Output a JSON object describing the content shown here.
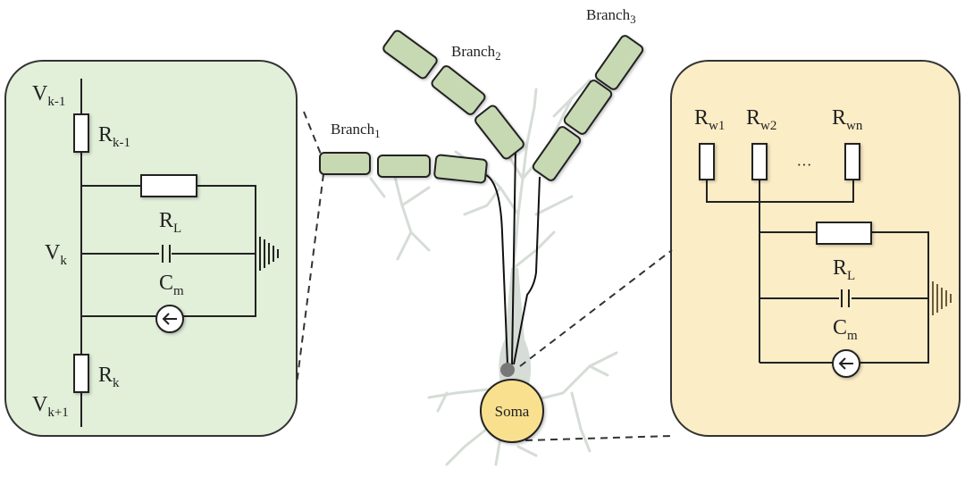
{
  "colors": {
    "left_panel_fill": "#e2efd9",
    "right_panel_fill": "#fbedc6",
    "segment_fill": "#c6d9b3",
    "soma_fill": "#f9e08f",
    "neuron_shadow": "#d4dbd4",
    "wire": "#222222"
  },
  "branches": [
    {
      "label": "Branch",
      "sub": "1"
    },
    {
      "label": "Branch",
      "sub": "2"
    },
    {
      "label": "Branch",
      "sub": "3"
    }
  ],
  "soma": {
    "label": "Soma"
  },
  "left_circuit": {
    "v_top": {
      "base": "V",
      "sub": "k-1"
    },
    "r_top": {
      "base": "R",
      "sub": "k-1"
    },
    "v_mid": {
      "base": "V",
      "sub": "k"
    },
    "r_leak": {
      "base": "R",
      "sub": "L"
    },
    "cap": {
      "base": "C",
      "sub": "m"
    },
    "r_bot": {
      "base": "R",
      "sub": "k"
    },
    "v_bot": {
      "base": "V",
      "sub": "k+1"
    }
  },
  "right_circuit": {
    "rw1": {
      "base": "R",
      "sub": "w1"
    },
    "rw2": {
      "base": "R",
      "sub": "w2"
    },
    "rwn": {
      "base": "R",
      "sub": "wn"
    },
    "ellipsis": "···",
    "r_leak": {
      "base": "R",
      "sub": "L"
    },
    "cap": {
      "base": "C",
      "sub": "m"
    }
  }
}
